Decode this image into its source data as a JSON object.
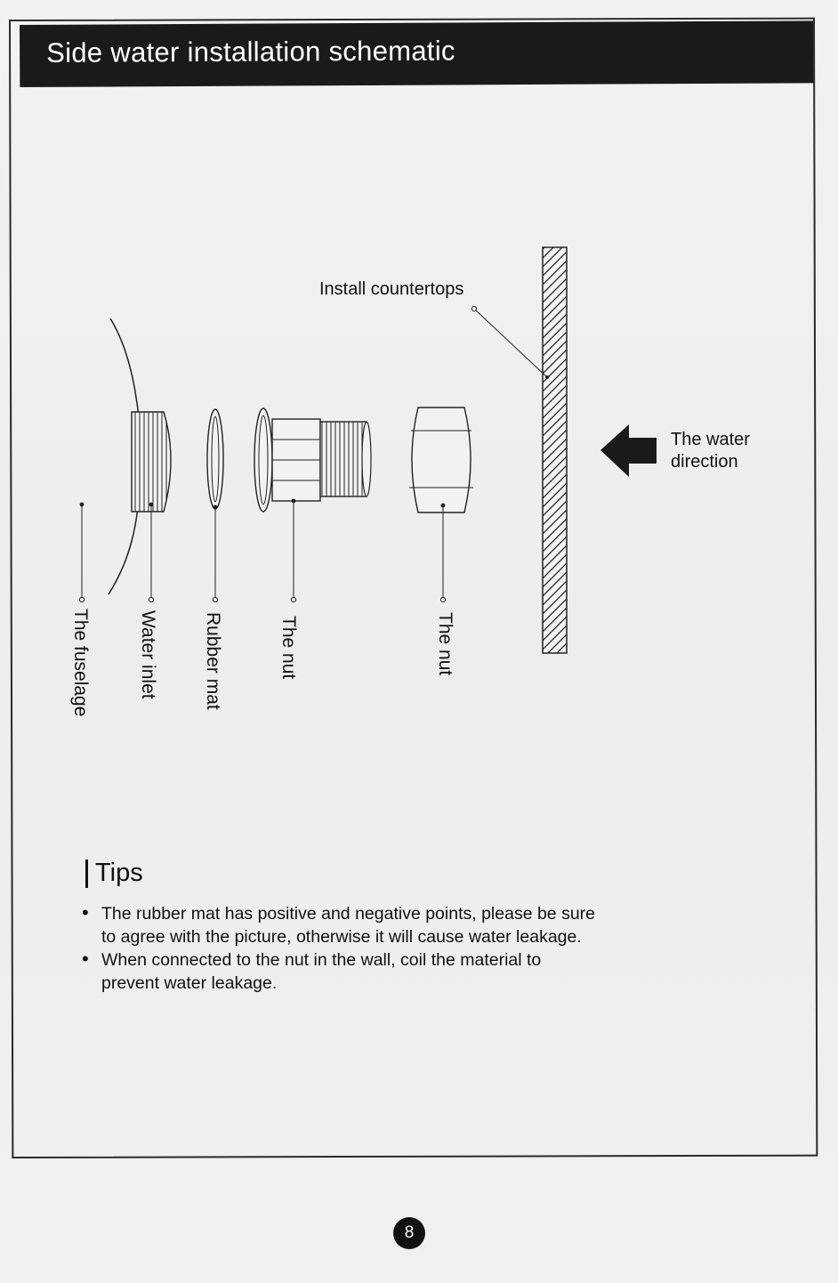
{
  "header": {
    "title": "Side water installation schematic"
  },
  "diagram": {
    "label_countertops": "Install countertops",
    "label_water_line1": "The water",
    "label_water_line2": "direction",
    "label_fuselage": "The fuselage",
    "label_water_inlet": "Water inlet",
    "label_rubber_mat": "Rubber mat",
    "label_nut1": "The nut",
    "label_nut2": "The nut"
  },
  "tips": {
    "title": "Tips",
    "items": [
      {
        "line1": "The rubber mat has positive and negative points, please be sure",
        "line2": "to agree with the picture, otherwise it will cause water leakage."
      },
      {
        "line1": "When connected to the nut in the wall, coil the material to",
        "line2": "prevent water leakage."
      }
    ]
  },
  "footer": {
    "page_number": "8"
  },
  "colors": {
    "ink": "#111111",
    "paper": "#efefef"
  }
}
